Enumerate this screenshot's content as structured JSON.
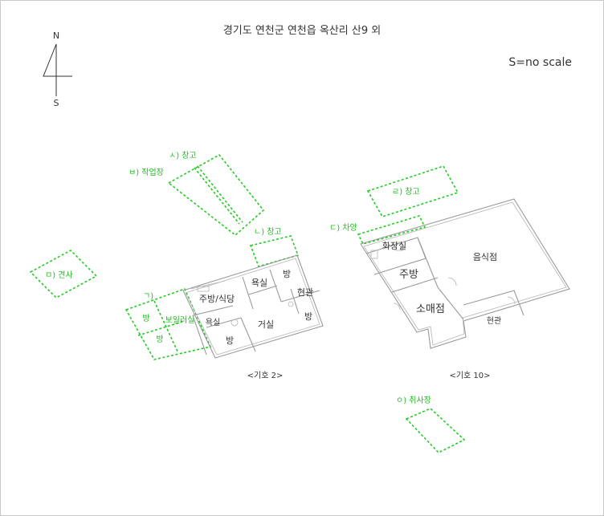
{
  "title": "경기도 연천군 연천읍 옥산리 산9 외",
  "scale": "S=no scale",
  "compass": {
    "north": "N",
    "south": "S"
  },
  "markers": {
    "k_sa": "ㅅ) 창고",
    "k_bieup": "ㅂ) 작업장",
    "k_mieum": "ㅁ) 견사",
    "k_nieun": "ㄴ) 창고",
    "k_giyeok": "ㄱ)",
    "k_rieul": "ㄹ) 창고",
    "k_digeut": "ㄷ) 차양",
    "k_ieung": "ㅇ) 취사장"
  },
  "building2": {
    "caption": "<기호 2>",
    "rooms": {
      "bath_top": "욕실",
      "room_top": "방",
      "kitchen": "주방/식당",
      "entrance": "현관",
      "bath_left": "욕실",
      "living": "거실",
      "room_right": "방",
      "room_bottom": "방",
      "annex_room_top": "방",
      "annex_boiler": "보일러실",
      "annex_room_bottom": "방"
    }
  },
  "building10": {
    "caption": "<기호 10>",
    "rooms": {
      "restroom": "화장실",
      "restaurant": "음식점",
      "kitchen": "주방",
      "store": "소매점",
      "entrance": "현관"
    }
  }
}
